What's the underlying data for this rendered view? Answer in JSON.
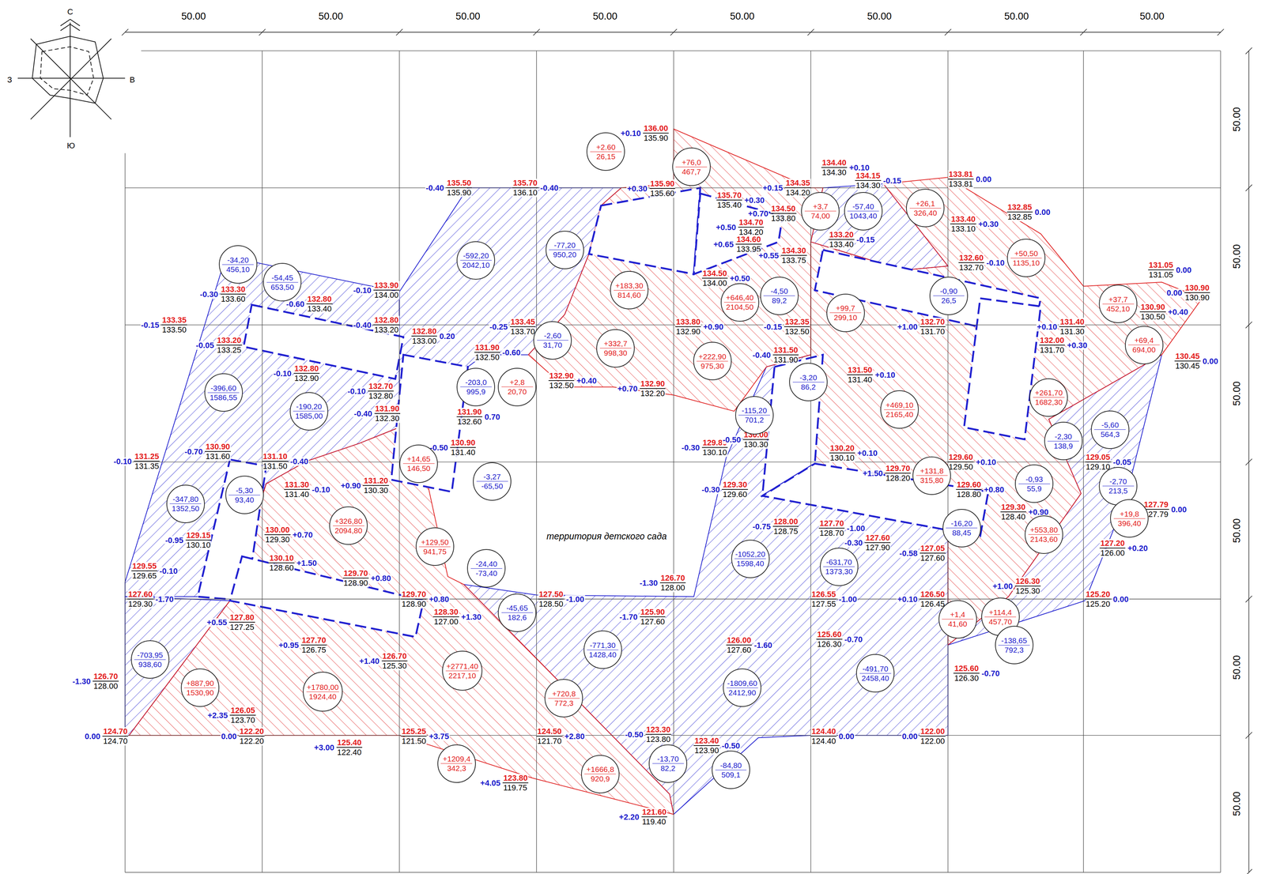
{
  "diagram": {
    "nodes": [
      {
        "text": [
          "+2.60",
          "26,15"
        ]
      },
      {
        "text": [
          "+76,0",
          "467,7"
        ]
      },
      {
        "text": [
          "+26,1",
          "326,40"
        ]
      },
      {
        "text": [
          "+3,7",
          "74,00"
        ]
      },
      {
        "text": [
          "-57,40",
          "1043,40"
        ]
      },
      {
        "text": [
          "-77,20",
          "950,20"
        ]
      },
      {
        "text": [
          "+50,50",
          "1135,10"
        ]
      },
      {
        "text": [
          "-592,20",
          "2042,10"
        ]
      },
      {
        "text": [
          "-34,20",
          "456,10"
        ]
      },
      {
        "text": [
          "-54,45",
          "653,50"
        ]
      },
      {
        "text": [
          "+183,30",
          "814,60"
        ]
      },
      {
        "text": [
          "-4,50",
          "89,2"
        ]
      },
      {
        "text": [
          "-0,90",
          "26,5"
        ]
      },
      {
        "text": [
          "+646,40",
          "2104,50"
        ]
      },
      {
        "text": [
          "+37,7",
          "452,10"
        ]
      },
      {
        "text": [
          "+99,7",
          "299,10"
        ]
      },
      {
        "text": [
          "-2,60",
          "31,70"
        ]
      },
      {
        "text": [
          "+69,4",
          "694,00"
        ]
      },
      {
        "text": [
          "+332,7",
          "998,30"
        ]
      },
      {
        "text": [
          "+222,90",
          "975,30"
        ]
      },
      {
        "text": [
          "-3,20",
          "86,2"
        ]
      },
      {
        "text": [
          "-203,0",
          "995,9"
        ]
      },
      {
        "text": [
          "+2,8",
          "20,70"
        ]
      },
      {
        "text": [
          "-396,60",
          "1586,55"
        ]
      },
      {
        "text": [
          "+261,70",
          "1682,30"
        ]
      },
      {
        "text": [
          "+469,10",
          "2165,40"
        ]
      },
      {
        "text": [
          "-190,20",
          "1585,00"
        ]
      },
      {
        "text": [
          "-115,20",
          "701,2"
        ]
      },
      {
        "text": [
          "-5,60",
          "564,3"
        ]
      },
      {
        "text": [
          "-2,30",
          "138,9"
        ]
      },
      {
        "text": [
          "+14,65",
          "146,50"
        ]
      },
      {
        "text": [
          "+131,8",
          "315,80"
        ]
      },
      {
        "text": [
          "-3,27",
          "-65,50"
        ]
      },
      {
        "text": [
          "-0,93",
          "55,9"
        ]
      },
      {
        "text": [
          "-2,70",
          "213,5"
        ]
      },
      {
        "text": [
          "-5,30",
          "93,40"
        ]
      },
      {
        "text": [
          "-347,80",
          "1352,50"
        ]
      },
      {
        "text": [
          "+19,8",
          "396,40"
        ]
      },
      {
        "text": [
          "+326,80",
          "2094,80"
        ]
      },
      {
        "text": [
          "-16,20",
          "88,45"
        ]
      },
      {
        "text": [
          "+553,80",
          "2143,60"
        ]
      },
      {
        "text": [
          "+129,50",
          "941,75"
        ]
      },
      {
        "text": [
          "-1052,20",
          "1598,40"
        ]
      },
      {
        "text": [
          "-631,70",
          "1373,30"
        ]
      },
      {
        "text": [
          "-24,40",
          "-73,40"
        ]
      },
      {
        "text": [
          "-45,65",
          "182,6"
        ]
      },
      {
        "text": [
          "+114,4",
          "457,70"
        ]
      },
      {
        "text": [
          "+1,4",
          "41,60"
        ]
      },
      {
        "text": [
          "-138,65",
          "792,3"
        ]
      },
      {
        "text": [
          "-771,30",
          "1428,40"
        ]
      },
      {
        "text": [
          "-703,95",
          "938,60"
        ]
      },
      {
        "text": [
          "+2771,40",
          "2217,10"
        ]
      },
      {
        "text": [
          "-491,70",
          "2458,40"
        ]
      },
      {
        "text": [
          "+887,90",
          "1530,90"
        ]
      },
      {
        "text": [
          "-1809,60",
          "2412,90"
        ]
      },
      {
        "text": [
          "+1780,00",
          "1924,40"
        ]
      },
      {
        "text": [
          "+720,8",
          "772,3"
        ]
      },
      {
        "text": [
          "+1209,4",
          "342,3"
        ]
      },
      {
        "text": [
          "-13,70",
          "82,2"
        ]
      },
      {
        "text": [
          "-84,80",
          "509,1"
        ]
      },
      {
        "text": [
          "+1666,8",
          "920,9"
        ]
      }
    ],
    "labels": [
      "50.00",
      "50.00",
      "50.00",
      "50.00",
      "50.00",
      "50.00",
      "50.00",
      "50.00",
      "50.00",
      "50.00",
      "50.00",
      "50.00",
      "50.00",
      "50.00",
      "С",
      "В",
      "Ю",
      "З",
      "территория детского сада",
      "136.00",
      "135.90",
      "+0.10",
      "135.50",
      "135.90",
      "-0.40",
      "135.70",
      "136.10",
      "-0.40",
      "135.90",
      "135.60",
      "+0.30",
      "134.40",
      "134.30",
      "+0.10",
      "134.35",
      "134.20",
      "+0.15",
      "134.15",
      "134.30",
      "-0.15",
      "133.81",
      "133.81",
      "0.00",
      "135.70",
      "135.40",
      "+0.30",
      "134.50",
      "133.80",
      "+0.70",
      "134.70",
      "134.20",
      "+0.50",
      "134.60",
      "133.95",
      "+0.65",
      "134.30",
      "133.75",
      "+0.55",
      "133.40",
      "133.10",
      "+0.30",
      "132.85",
      "132.85",
      "0.00",
      "133.20",
      "133.40",
      "-0.15",
      "132.60",
      "132.70",
      "-0.10",
      "134.50",
      "134.00",
      "+0.50",
      "131.05",
      "131.05",
      "0.00",
      "130.90",
      "130.90",
      "0.00",
      "130.90",
      "130.50",
      "+0.40",
      "131.40",
      "131.30",
      "+0.10",
      "132.00",
      "131.70",
      "+0.30",
      "130.45",
      "130.45",
      "0.00",
      "132.70",
      "131.70",
      "+1.00",
      "132.35",
      "132.50",
      "-0.15",
      "133.80",
      "132.90",
      "+0.90",
      "133.45",
      "133.70",
      "-0.25",
      "131.50",
      "131.90",
      "-0.40",
      "131.50",
      "131.40",
      "+0.10",
      "132.90",
      "132.50",
      "+0.40",
      "132.90",
      "132.20",
      "+0.70",
      "133.30",
      "133.60",
      "-0.30",
      "133.90",
      "134.00",
      "-0.10",
      "133.35",
      "133.50",
      "-0.15",
      "132.80",
      "133.40",
      "-0.60",
      "132.80",
      "133.20",
      "-0.40",
      "132.80",
      "133.00",
      "0.20",
      "133.20",
      "133.25",
      "-0.05",
      "131.90",
      "132.50",
      "-0.60",
      "132.80",
      "132.90",
      "-0.10",
      "132.70",
      "132.80",
      "-0.10",
      "131.90",
      "132.30",
      "-0.40",
      "131.90",
      "132.60",
      "0.70",
      "130.90",
      "131.60",
      "-0.70",
      "131.25",
      "131.35",
      "-0.10",
      "131.10",
      "131.50",
      "-0.40",
      "130.90",
      "131.40",
      "-0.50",
      "131.30",
      "131.40",
      "-0.10",
      "131.20",
      "130.30",
      "+0.90",
      "129.15",
      "130.10",
      "-0.95",
      "129.55",
      "129.65",
      "-0.10",
      "130.00",
      "129.30",
      "+0.70",
      "130.10",
      "128.60",
      "+1.50",
      "129.70",
      "128.90",
      "+0.80",
      "127.60",
      "129.30",
      "-1.70",
      "127.80",
      "127.25",
      "+0.55",
      "129.70",
      "128.90",
      "+0.80",
      "128.30",
      "127.00",
      "+1.30",
      "127.70",
      "126.75",
      "+0.95",
      "126.70",
      "125.30",
      "+1.40",
      "126.70",
      "128.00",
      "-1.30",
      "126.05",
      "123.70",
      "+2.35",
      "124.70",
      "124.70",
      "0.00",
      "122.20",
      "122.20",
      "0.00",
      "125.40",
      "122.40",
      "+3.00",
      "125.25",
      "121.50",
      "+3.75",
      "123.80",
      "119.75",
      "+4.05",
      "124.50",
      "121.70",
      "+2.80",
      "123.30",
      "123.80",
      "-0.50",
      "123.40",
      "123.90",
      "-0.50",
      "121.60",
      "119.40",
      "+2.20",
      "127.50",
      "128.50",
      "-1.00",
      "126.70",
      "128.00",
      "-1.30",
      "125.90",
      "127.60",
      "-1.70",
      "126.00",
      "127.60",
      "-1.60",
      "125.60",
      "126.30",
      "-0.70",
      "126.55",
      "127.55",
      "-1.00",
      "126.50",
      "126.45",
      "+0.10",
      "124.40",
      "124.40",
      "0.00",
      "122.00",
      "122.00",
      "0.00",
      "125.60",
      "126.30",
      "-0.70",
      "126.30",
      "125.30",
      "+1.00",
      "125.20",
      "125.20",
      "0.00",
      "127.20",
      "126.00",
      "+0.20",
      "127.79",
      "127.79",
      "0.00",
      "129.05",
      "129.10",
      "-0.05",
      "129.60",
      "129.50",
      "+0.10",
      "129.30",
      "128.40",
      "+0.90",
      "129.60",
      "128.80",
      "+0.80",
      "129.70",
      "128.20",
      "+1.50",
      "130.20",
      "130.10",
      "+0.10",
      "129.80",
      "130.10",
      "-0.30",
      "130.00",
      "130.30",
      "-0.50",
      "129.30",
      "129.60",
      "-0.30",
      "128.00",
      "128.75",
      "-0.75",
      "127.70",
      "128.70",
      "-1.00",
      "127.60",
      "127.90",
      "-0.30",
      "127.05",
      "127.60",
      "-0.58"
    ]
  }
}
